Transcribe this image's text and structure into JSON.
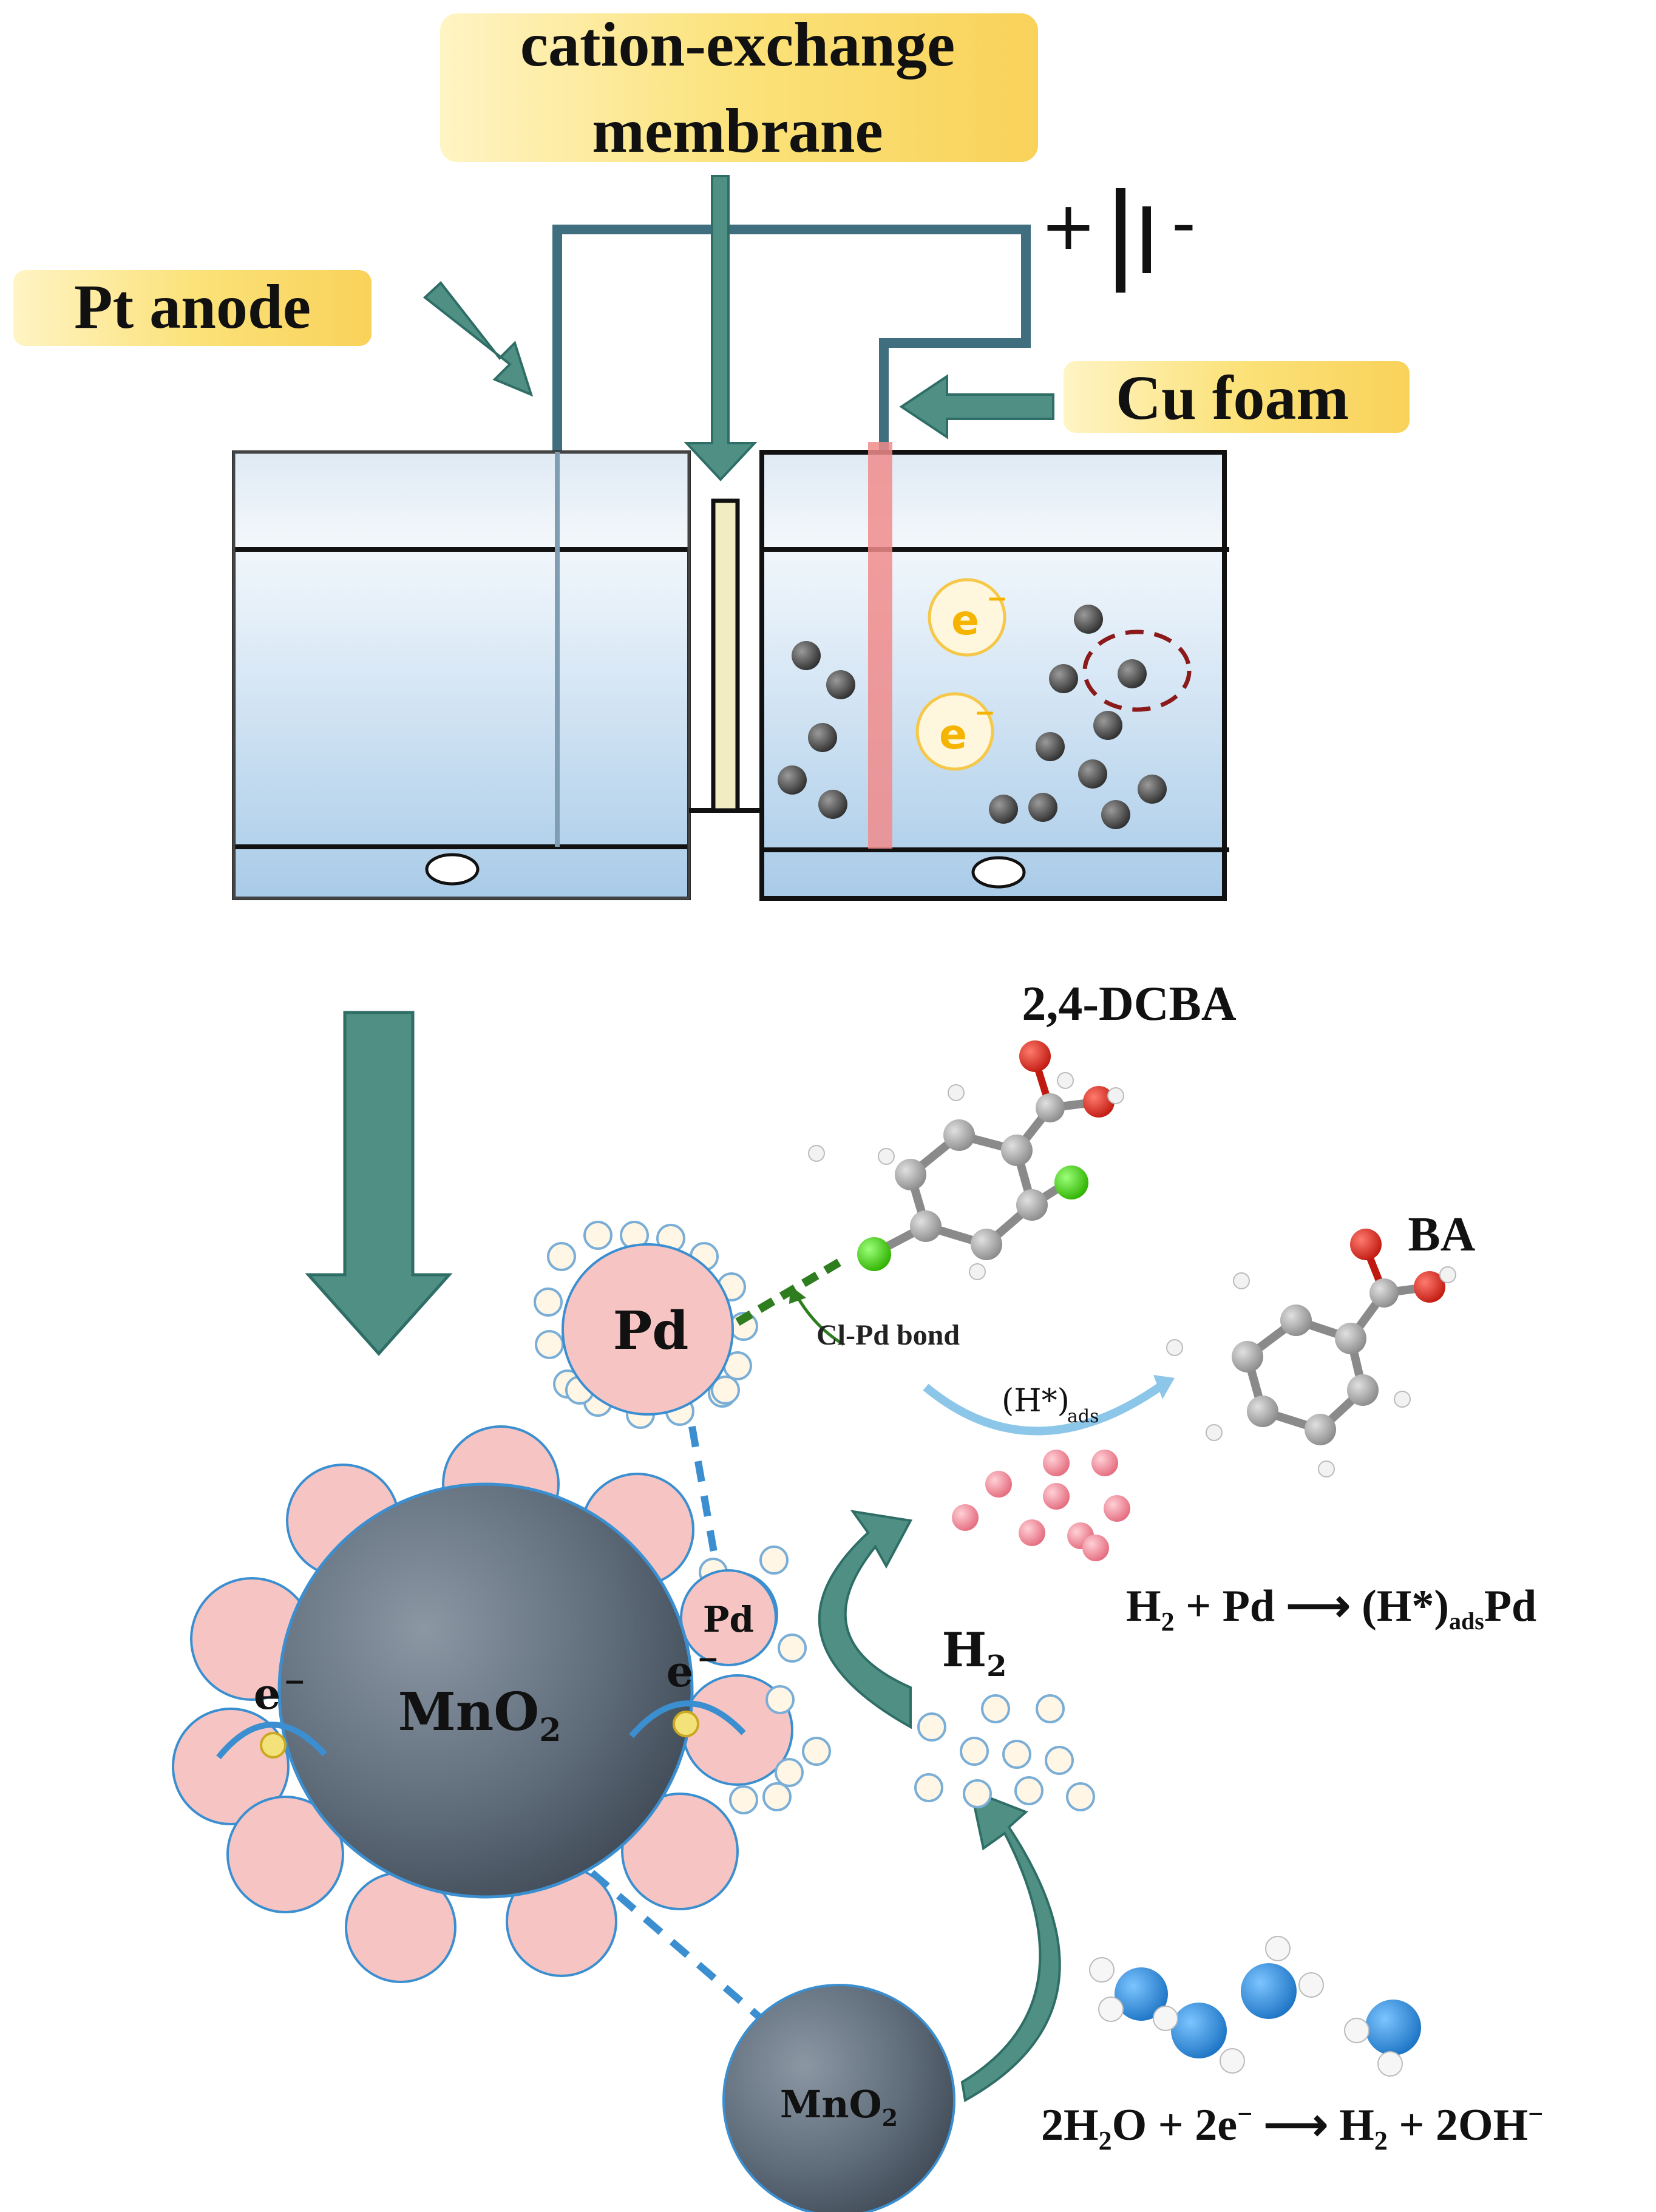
{
  "labels": {
    "membrane_line1": "cation-exchange",
    "membrane_line2": "membrane",
    "pt_anode": "Pt anode",
    "cu_foam": "Cu foam",
    "battery_plus": "+",
    "battery_minus": "-",
    "electron": "e",
    "electron_sup": "−",
    "dcba": "2,4-DCBA",
    "ba": "BA",
    "clpd_bond": "Cl-Pd bond",
    "h_ads_pre": "(H*)",
    "h_ads_sub": "ads",
    "pd": "Pd",
    "mno2_main": "MnO",
    "mno2_sub": "2",
    "h2": "H",
    "h2_sub": "2",
    "eq1_a": "H",
    "eq1_a_sub": "2",
    "eq1_b": " + Pd ⟶ (H*)",
    "eq1_c_sub": "ads",
    "eq1_d": "Pd",
    "eq2_a": "2H",
    "eq2_a_sub": "2",
    "eq2_b": "O + 2e",
    "eq2_b_sup": "−",
    "eq2_c": " ⟶ H",
    "eq2_c_sub": "2",
    "eq2_d": " + 2OH",
    "eq2_d_sup": "−"
  },
  "colors": {
    "label_bg": "#fbe27a",
    "arrow_teal": "#4f8f84",
    "wire": "#3f6e7e",
    "cell_outline": "#111111",
    "water_top": "#ffffff",
    "water_bottom": "#a9cbe8",
    "cu_foam_electrode": "#f08b8b",
    "membrane_fill": "#f1ecc2",
    "particle_dark": "#4b4b4b",
    "electron_gold": "#f5b400",
    "pink_sphere": "#f6c5c3",
    "mno2_grey": "#5f6c7a",
    "water_blue": "#2e8fd6",
    "dashed_blue": "#3b8fd0",
    "ring_red": "#8b1a1a"
  }
}
